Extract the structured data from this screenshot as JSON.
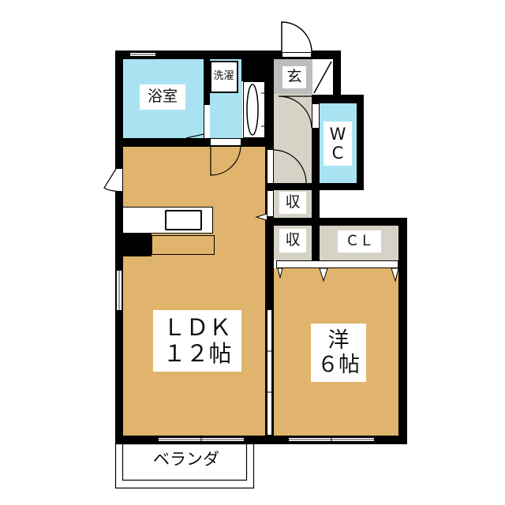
{
  "floorplan": {
    "colors": {
      "wall": "#000000",
      "flooring": "#E0B46C",
      "wet_area": "#A9E3F2",
      "entrance": "#BDBDBD",
      "storage": "#D6D3C6"
    },
    "rooms": {
      "bath": {
        "label": "浴室"
      },
      "laundry": {
        "label": "洗濯"
      },
      "entrance": {
        "label": "玄"
      },
      "wc": {
        "label": "W\nC"
      },
      "storage_1": {
        "label": "収"
      },
      "storage_2": {
        "label": "収"
      },
      "closet": {
        "label": "ＣＬ"
      },
      "ldk": {
        "label": "ＬＤＫ\n１２帖"
      },
      "western": {
        "label": "洋\n６帖"
      },
      "veranda": {
        "label": "ベランダ"
      }
    }
  }
}
